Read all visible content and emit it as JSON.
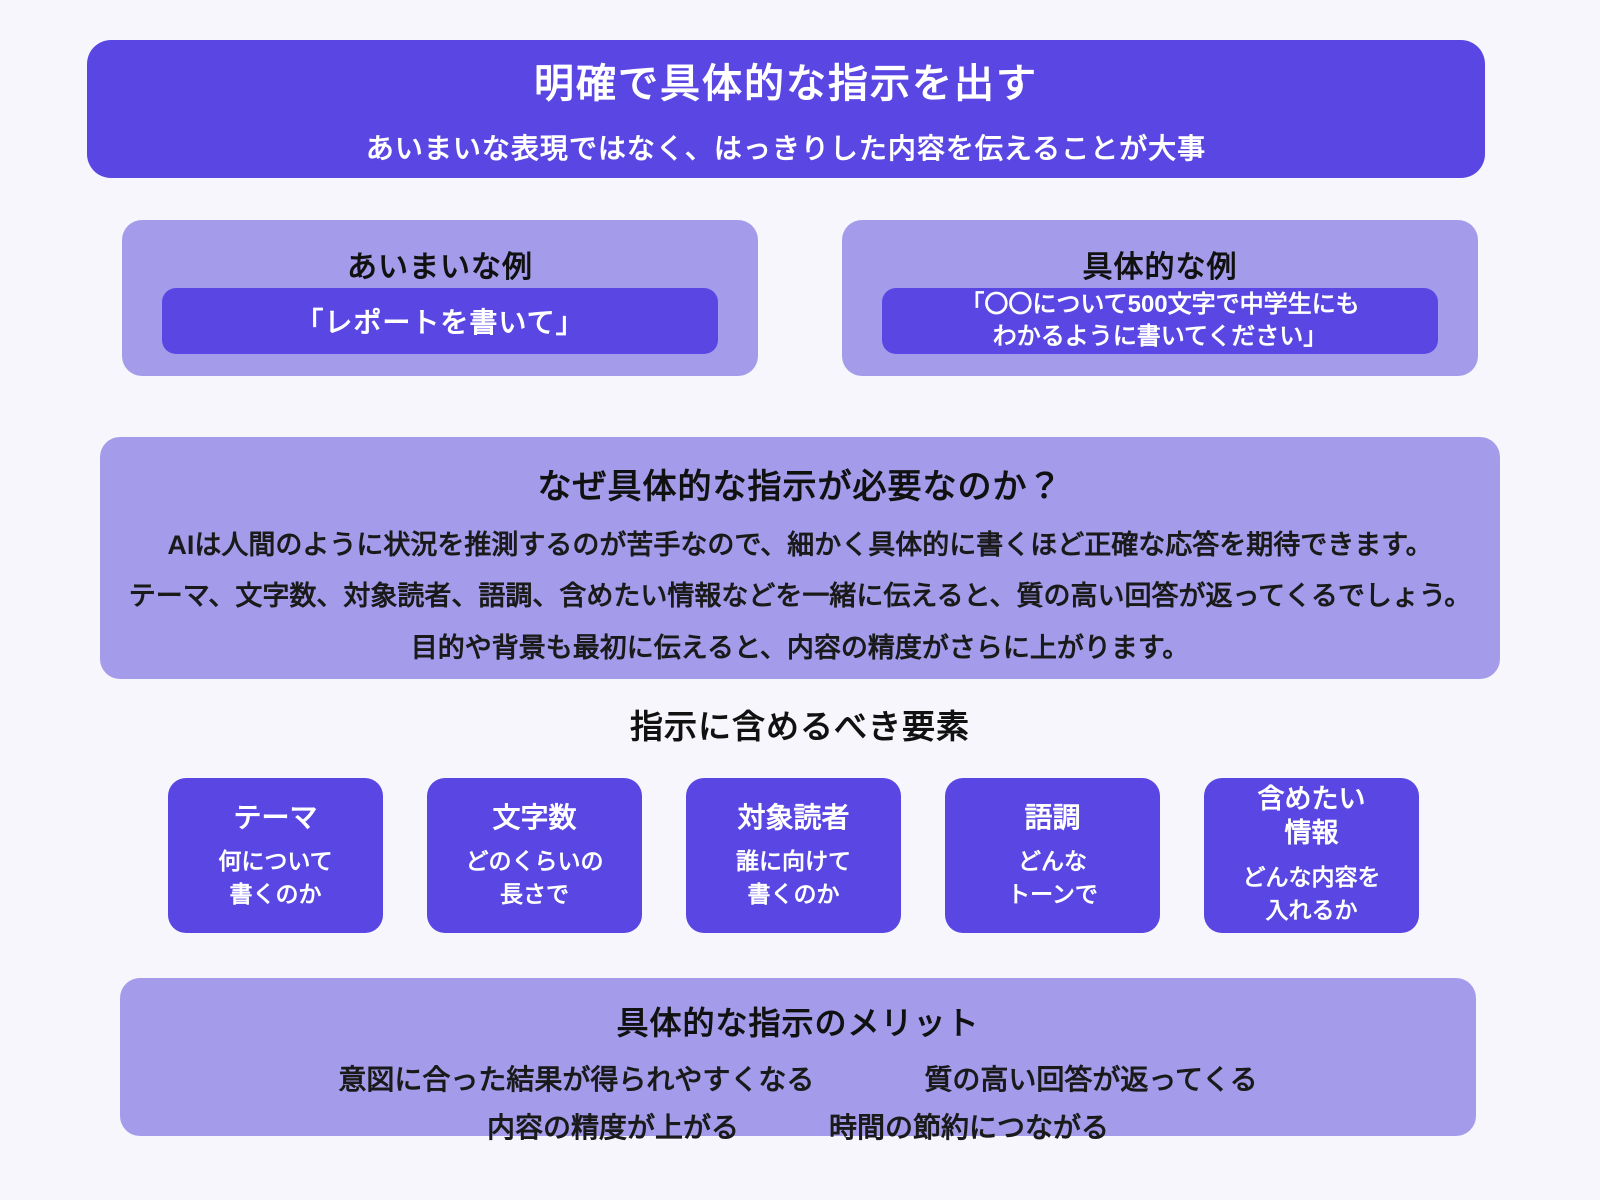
{
  "colors": {
    "indigo": "#5946E3",
    "light_purple": "#A49CEB",
    "background": "#F7F6FD",
    "heading_text": "#111111",
    "body_text": "#1A1A1A",
    "inverse_text": "#FFFFFF"
  },
  "header": {
    "title": "明確で具体的な指示を出す",
    "subtitle": "あいまいな表現ではなく、はっきりした内容を伝えることが大事"
  },
  "examples": {
    "vague": {
      "heading": "あいまいな例",
      "quote": "「レポートを書いて」"
    },
    "specific": {
      "heading": "具体的な例",
      "quote": "「〇〇について500文字で中学生にも\nわかるように書いてください」"
    }
  },
  "why": {
    "heading": "なぜ具体的な指示が必要なのか？",
    "lines": [
      "AIは人間のように状況を推測するのが苦手なので、細かく具体的に書くほど正確な応答を期待できます。",
      "テーマ、文字数、対象読者、語調、含めたい情報などを一緒に伝えると、質の高い回答が返ってくるでしょう。",
      "目的や背景も最初に伝えると、内容の精度がさらに上がります。"
    ]
  },
  "elements": {
    "heading": "指示に含めるべき要素",
    "cards": [
      {
        "title": "テーマ",
        "desc": "何について\n書くのか"
      },
      {
        "title": "文字数",
        "desc": "どのくらいの\n長さで"
      },
      {
        "title": "対象読者",
        "desc": "誰に向けて\n書くのか"
      },
      {
        "title": "語調",
        "desc": "どんな\nトーンで"
      },
      {
        "title": "含めたい\n情報",
        "desc": "どんな内容を\n入れるか"
      }
    ]
  },
  "merits": {
    "heading": "具体的な指示のメリット",
    "rows": [
      [
        "意図に合った結果が得られやすくなる",
        "質の高い回答が返ってくる"
      ],
      [
        "内容の精度が上がる",
        "時間の節約につながる"
      ]
    ]
  }
}
